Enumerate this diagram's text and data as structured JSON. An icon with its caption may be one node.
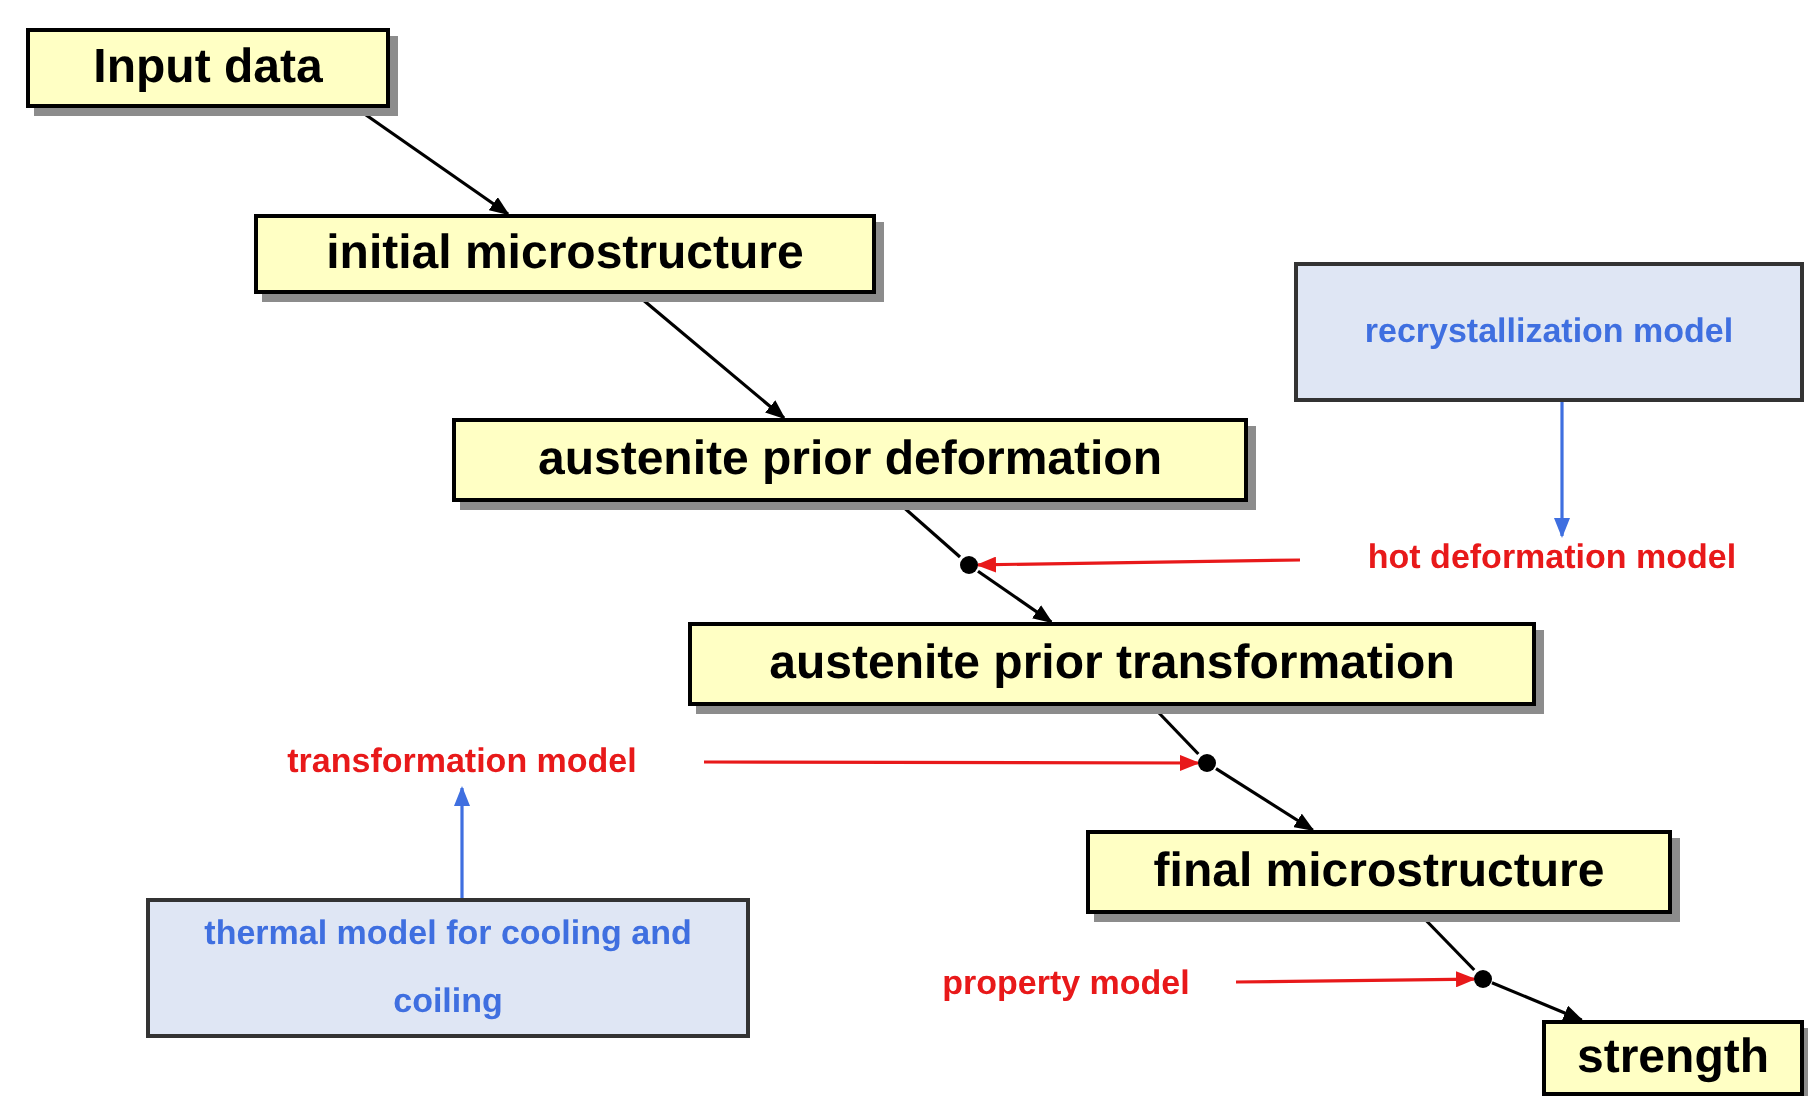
{
  "diagram": {
    "nodes": [
      {
        "text": [
          "Input data"
        ]
      },
      {
        "text": [
          "initial microstructure"
        ]
      },
      {
        "text": [
          "austenite prior deformation"
        ]
      },
      {
        "text": [
          "austenite prior transformation"
        ]
      },
      {
        "text": [
          "final microstructure"
        ]
      },
      {
        "text": [
          "strength"
        ]
      },
      {
        "text": [
          "recrystallization model"
        ]
      },
      {
        "text": [
          "hot deformation model"
        ]
      },
      {
        "text": [
          "transformation model"
        ]
      },
      {
        "text": [
          "thermal model for cooling and coiling"
        ]
      },
      {
        "text": [
          "property model"
        ]
      },
      {
        "text": [],
        "shape": "circle"
      },
      {
        "text": [],
        "shape": "circle"
      },
      {
        "text": [],
        "shape": "circle"
      }
    ],
    "edges": [
      {
        "from": 0,
        "to": 1,
        "arrow": "to"
      },
      {
        "from": 1,
        "to": 2,
        "arrow": "to"
      },
      {
        "from": 2,
        "to": 11,
        "arrow": "none"
      },
      {
        "from": 11,
        "to": 3,
        "arrow": "to"
      },
      {
        "from": 3,
        "to": 12,
        "arrow": "none"
      },
      {
        "from": 12,
        "to": 4,
        "arrow": "to"
      },
      {
        "from": 4,
        "to": 13,
        "arrow": "none"
      },
      {
        "from": 13,
        "to": 5,
        "arrow": "to"
      },
      {
        "from": 7,
        "to": 11,
        "arrow": "to",
        "color": "#e8191a"
      },
      {
        "from": 8,
        "to": 12,
        "arrow": "to",
        "color": "#e8191a"
      },
      {
        "from": 10,
        "to": 13,
        "arrow": "to",
        "color": "#e8191a"
      },
      {
        "from": 6,
        "to": 7,
        "arrow": "to",
        "color": "#3f6fe0"
      },
      {
        "from": 9,
        "to": 8,
        "arrow": "to",
        "color": "#3f6fe0"
      }
    ]
  }
}
